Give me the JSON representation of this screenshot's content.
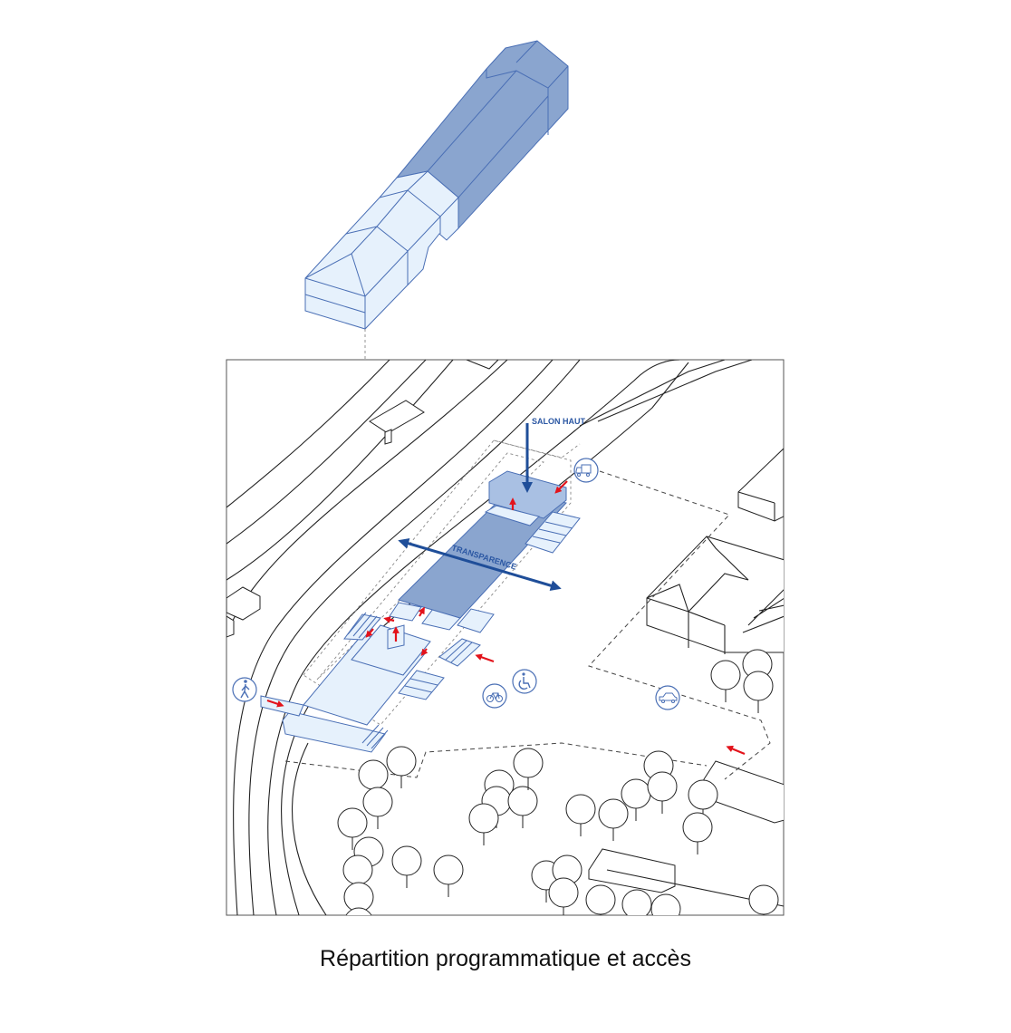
{
  "caption": "Répartition programmatique et accès",
  "labels": {
    "salon_haut": "SALON HAUT",
    "transparence": "TRANSPARENCE"
  },
  "icons": [
    "truck-icon",
    "car-icon",
    "wheelchair-icon",
    "bicycle-icon",
    "pedestrian-icon"
  ],
  "colors": {
    "dark_blue_volume": "#8aa5cf",
    "light_blue_volume": "#e6f1fc",
    "outline_blue": "#4a6fb5",
    "arrow_blue": "#1f4e99",
    "access_arrow_red": "#e3131b"
  }
}
